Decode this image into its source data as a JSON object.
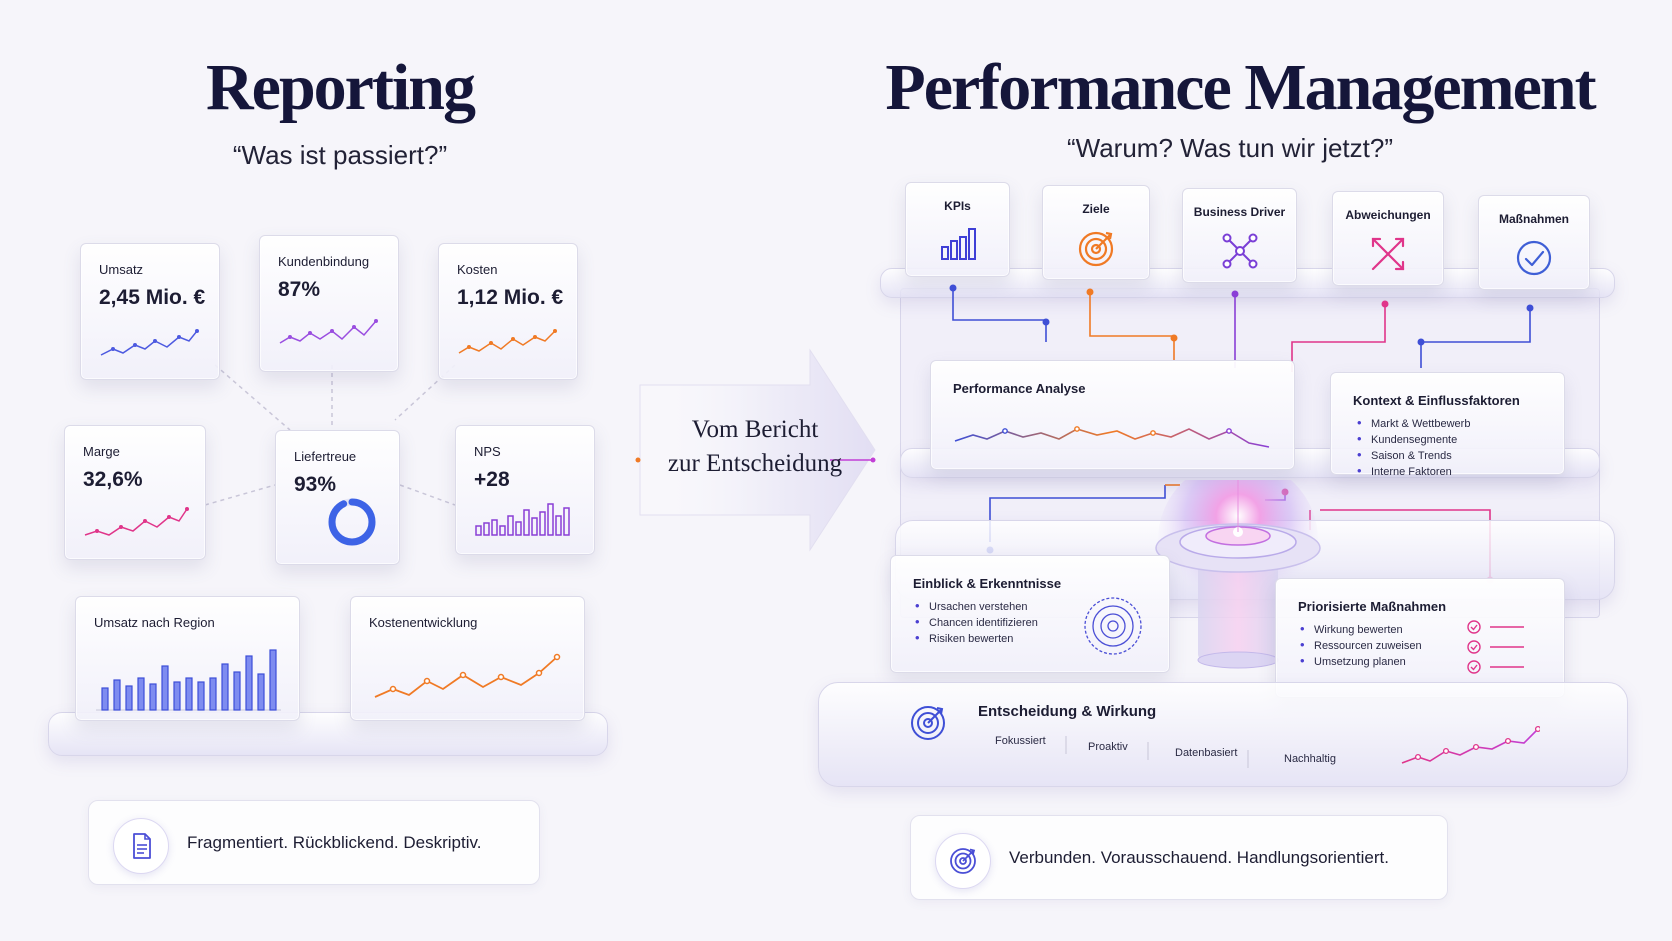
{
  "left": {
    "title": "Reporting",
    "subtitle": "“Was ist passiert?”",
    "kpis": {
      "umsatz": {
        "label": "Umsatz",
        "value": "2,45 Mio. €"
      },
      "kundenbindung": {
        "label": "Kundenbindung",
        "value": "87%"
      },
      "kosten": {
        "label": "Kosten",
        "value": "1,12 Mio. €"
      },
      "marge": {
        "label": "Marge",
        "value": "32,6%"
      },
      "liefertreue": {
        "label": "Liefertreue",
        "value": "93%",
        "ring_fraction": 0.93
      },
      "nps": {
        "label": "NPS",
        "value": "+28"
      },
      "region": {
        "label": "Umsatz nach Region"
      },
      "kostenentwicklung": {
        "label": "Kostenentwicklung"
      }
    },
    "summary": "Fragmentiert. Rückblickend. Deskriptiv."
  },
  "arrow": {
    "line1": "Vom Bericht",
    "line2": "zur Entscheidung"
  },
  "right": {
    "title": "Performance Management",
    "subtitle": "“Warum? Was tun wir jetzt?”",
    "top_row": [
      {
        "label": "KPIs",
        "icon": "bar-chart-icon",
        "color": "#3f3fd6"
      },
      {
        "label": "Ziele",
        "icon": "target-icon",
        "color": "#f07a25"
      },
      {
        "label": "Business Driver",
        "icon": "network-icon",
        "color": "#7a3fd6"
      },
      {
        "label": "Abweichungen",
        "icon": "diverge-arrows-icon",
        "color": "#e0358a"
      },
      {
        "label": "Maßnahmen",
        "icon": "check-circle-icon",
        "color": "#3f5fd6"
      }
    ],
    "analysis": {
      "title": "Performance Analyse"
    },
    "context": {
      "title": "Kontext & Einflussfaktoren",
      "items": [
        "Markt & Wettbewerb",
        "Kundensegmente",
        "Saison & Trends",
        "Interne Faktoren"
      ]
    },
    "insights": {
      "title": "Einblick & Erkenntnisse",
      "items": [
        "Ursachen verstehen",
        "Chancen identifizieren",
        "Risiken bewerten"
      ]
    },
    "priorities": {
      "title": "Priorisierte Maßnahmen",
      "items": [
        "Wirkung bewerten",
        "Ressourcen zuweisen",
        "Umsetzung planen"
      ]
    },
    "base": {
      "title": "Entscheidung & Wirkung",
      "tags": [
        "Fokussiert",
        "Proaktiv",
        "Datenbasiert",
        "Nachhaltig"
      ]
    },
    "summary": "Verbunden. Vorausschauend. Handlungsorientiert."
  },
  "colors": {
    "navy": "#15163a",
    "blue": "#3f4fd6",
    "purple": "#8a3fd6",
    "orange": "#f07a25",
    "pink": "#e0358a"
  }
}
